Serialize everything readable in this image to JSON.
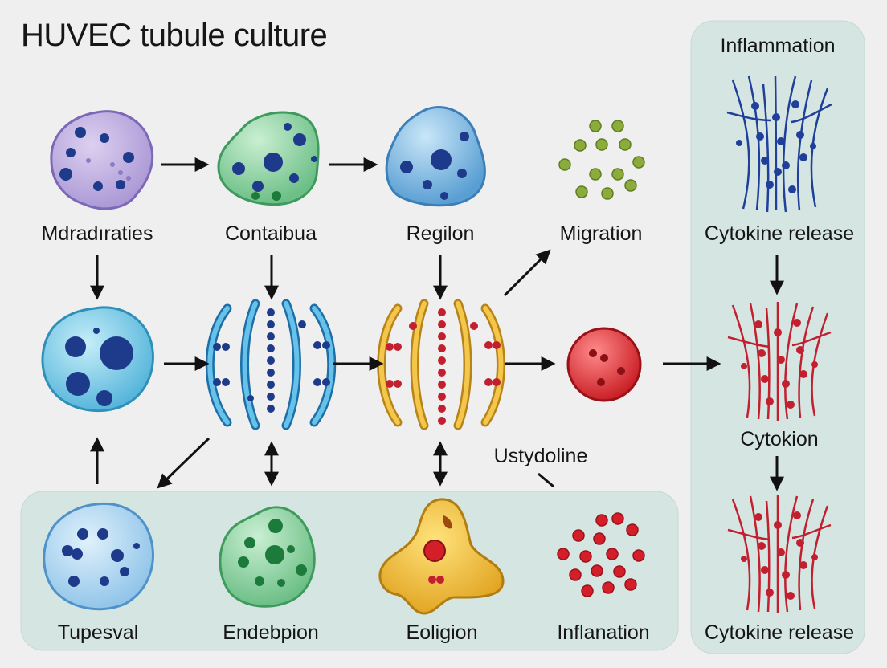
{
  "title": "HUVEC tubule culture",
  "panels": {
    "inflammation_title": "Inflammation"
  },
  "labels": {
    "mdradiraties": "Mdradıraties",
    "contaibua": "Contaibua",
    "regilon": "Regilon",
    "migration": "Migration",
    "cytokine_release_top": "Cytokine release",
    "cytokion": "Cytokion",
    "ustydoline": "Ustydoline",
    "tupesval": "Tupesval",
    "endebpion": "Endebpion",
    "eoligion": "Eoligion",
    "inflanation": "Inflanation",
    "cytokine_release_bottom": "Cytokine release"
  },
  "colors": {
    "background": "#efefef",
    "panel_fill": "#d5e6e2",
    "purple_cell": "#b9a9dc",
    "green_cell": "#8fd0a4",
    "blue_cell": "#7fb9e2",
    "cyan_cell": "#6fc8e6",
    "tubule_blue": "#49a7d8",
    "tubule_yellow": "#e8b43a",
    "red_sphere": "#d8262c",
    "fiber_navy": "#1f3f9a",
    "fiber_red": "#c21f2f",
    "yellow_cell": "#f0c43a",
    "olive_dot": "#8bab3b",
    "arrow": "#111111"
  },
  "icons": [
    "purple-cell-icon",
    "green-cell-icon",
    "blue-cell-icon",
    "olive-particles-icon",
    "blue-fiber-bundle-icon",
    "cyan-cell-icon",
    "blue-tubule-icon",
    "yellow-tubule-icon",
    "red-sphere-icon",
    "red-fiber-bundle-icon",
    "light-blue-cell-icon",
    "green-dotted-cell-icon",
    "yellow-cell-icon",
    "red-particles-icon"
  ]
}
